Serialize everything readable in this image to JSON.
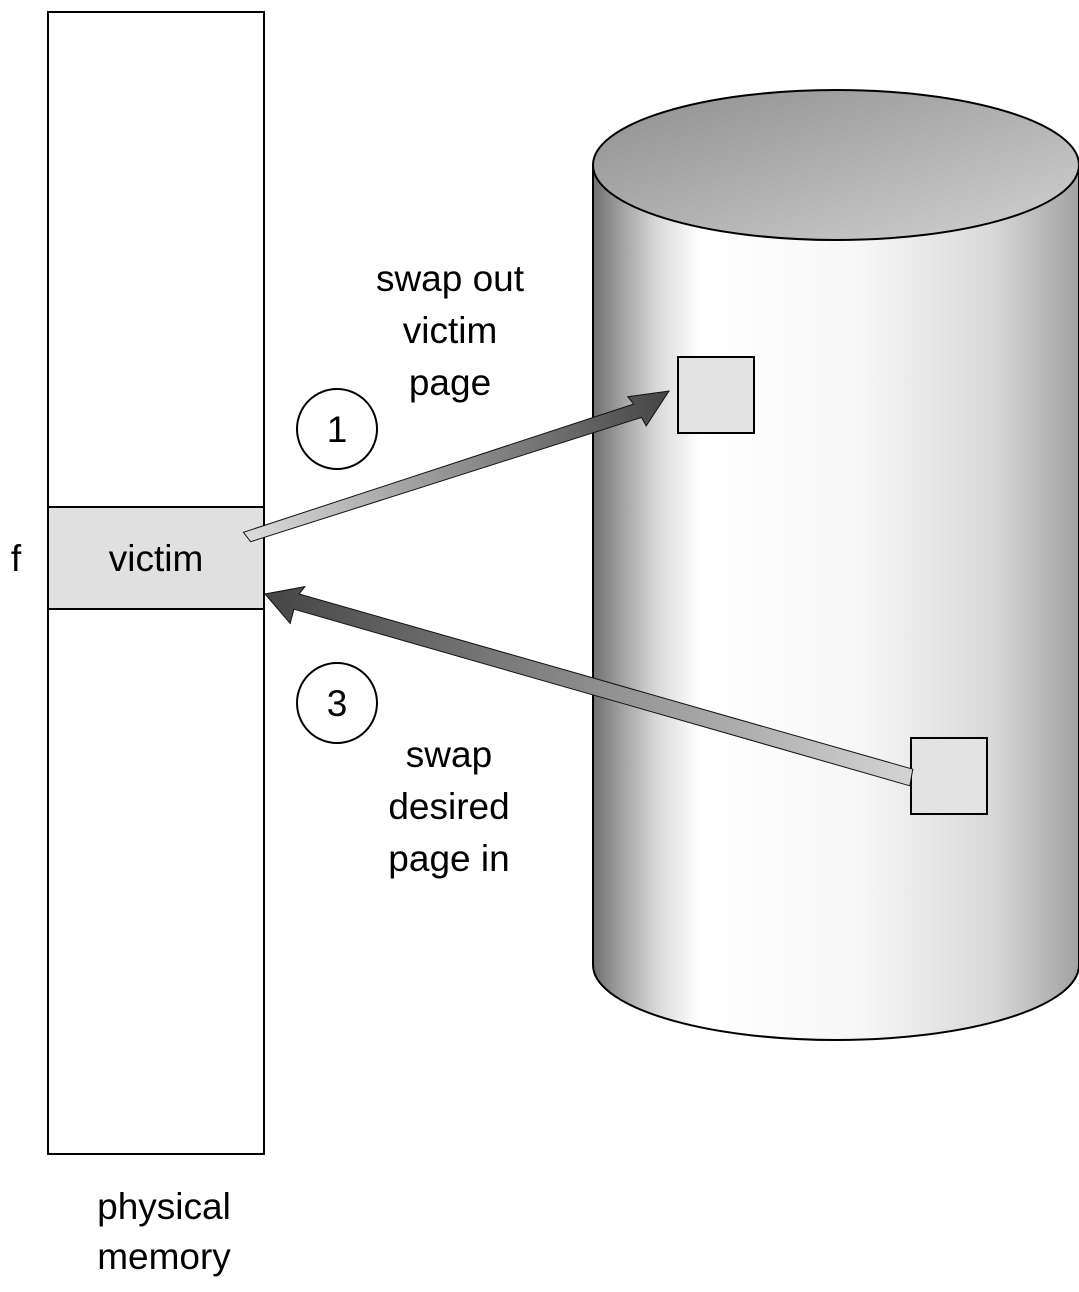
{
  "memory": {
    "frame_label": "f",
    "victim_label": "victim",
    "caption_line1": "physical",
    "caption_line2": "memory"
  },
  "steps": {
    "step1": {
      "number": "1",
      "line1": "swap out",
      "line2": "victim",
      "line3": "page"
    },
    "step3": {
      "number": "3",
      "line1": "swap",
      "line2": "desired",
      "line3": "page in"
    }
  },
  "colors": {
    "victim_fill": "#e0e0e0",
    "page_box_fill": "#e3e3e3",
    "disk_top": "#a8a8a8",
    "arrow_dark": "#4a4a4a",
    "arrow_light": "#d6d6d6"
  }
}
